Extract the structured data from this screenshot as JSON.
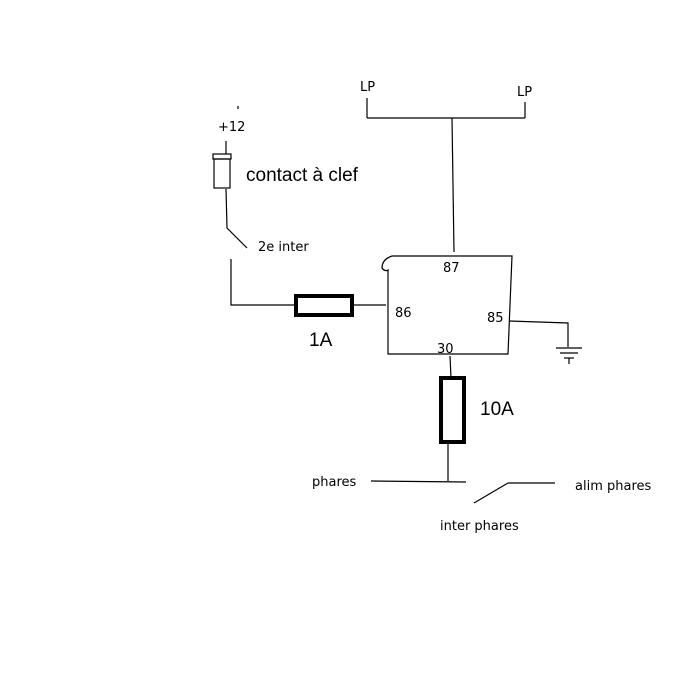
{
  "labels": {
    "lp_left": "LP",
    "lp_right": "LP",
    "plus12": "+12",
    "ignition": "contact à clef",
    "second_switch": "2e inter",
    "pin87": "87",
    "pin86": "86",
    "pin85": "85",
    "pin30": "30",
    "fuse_small": "1A",
    "fuse_large": "10A",
    "headlights": "phares",
    "headlight_switch": "inter phares",
    "headlight_supply": "alim phares"
  }
}
